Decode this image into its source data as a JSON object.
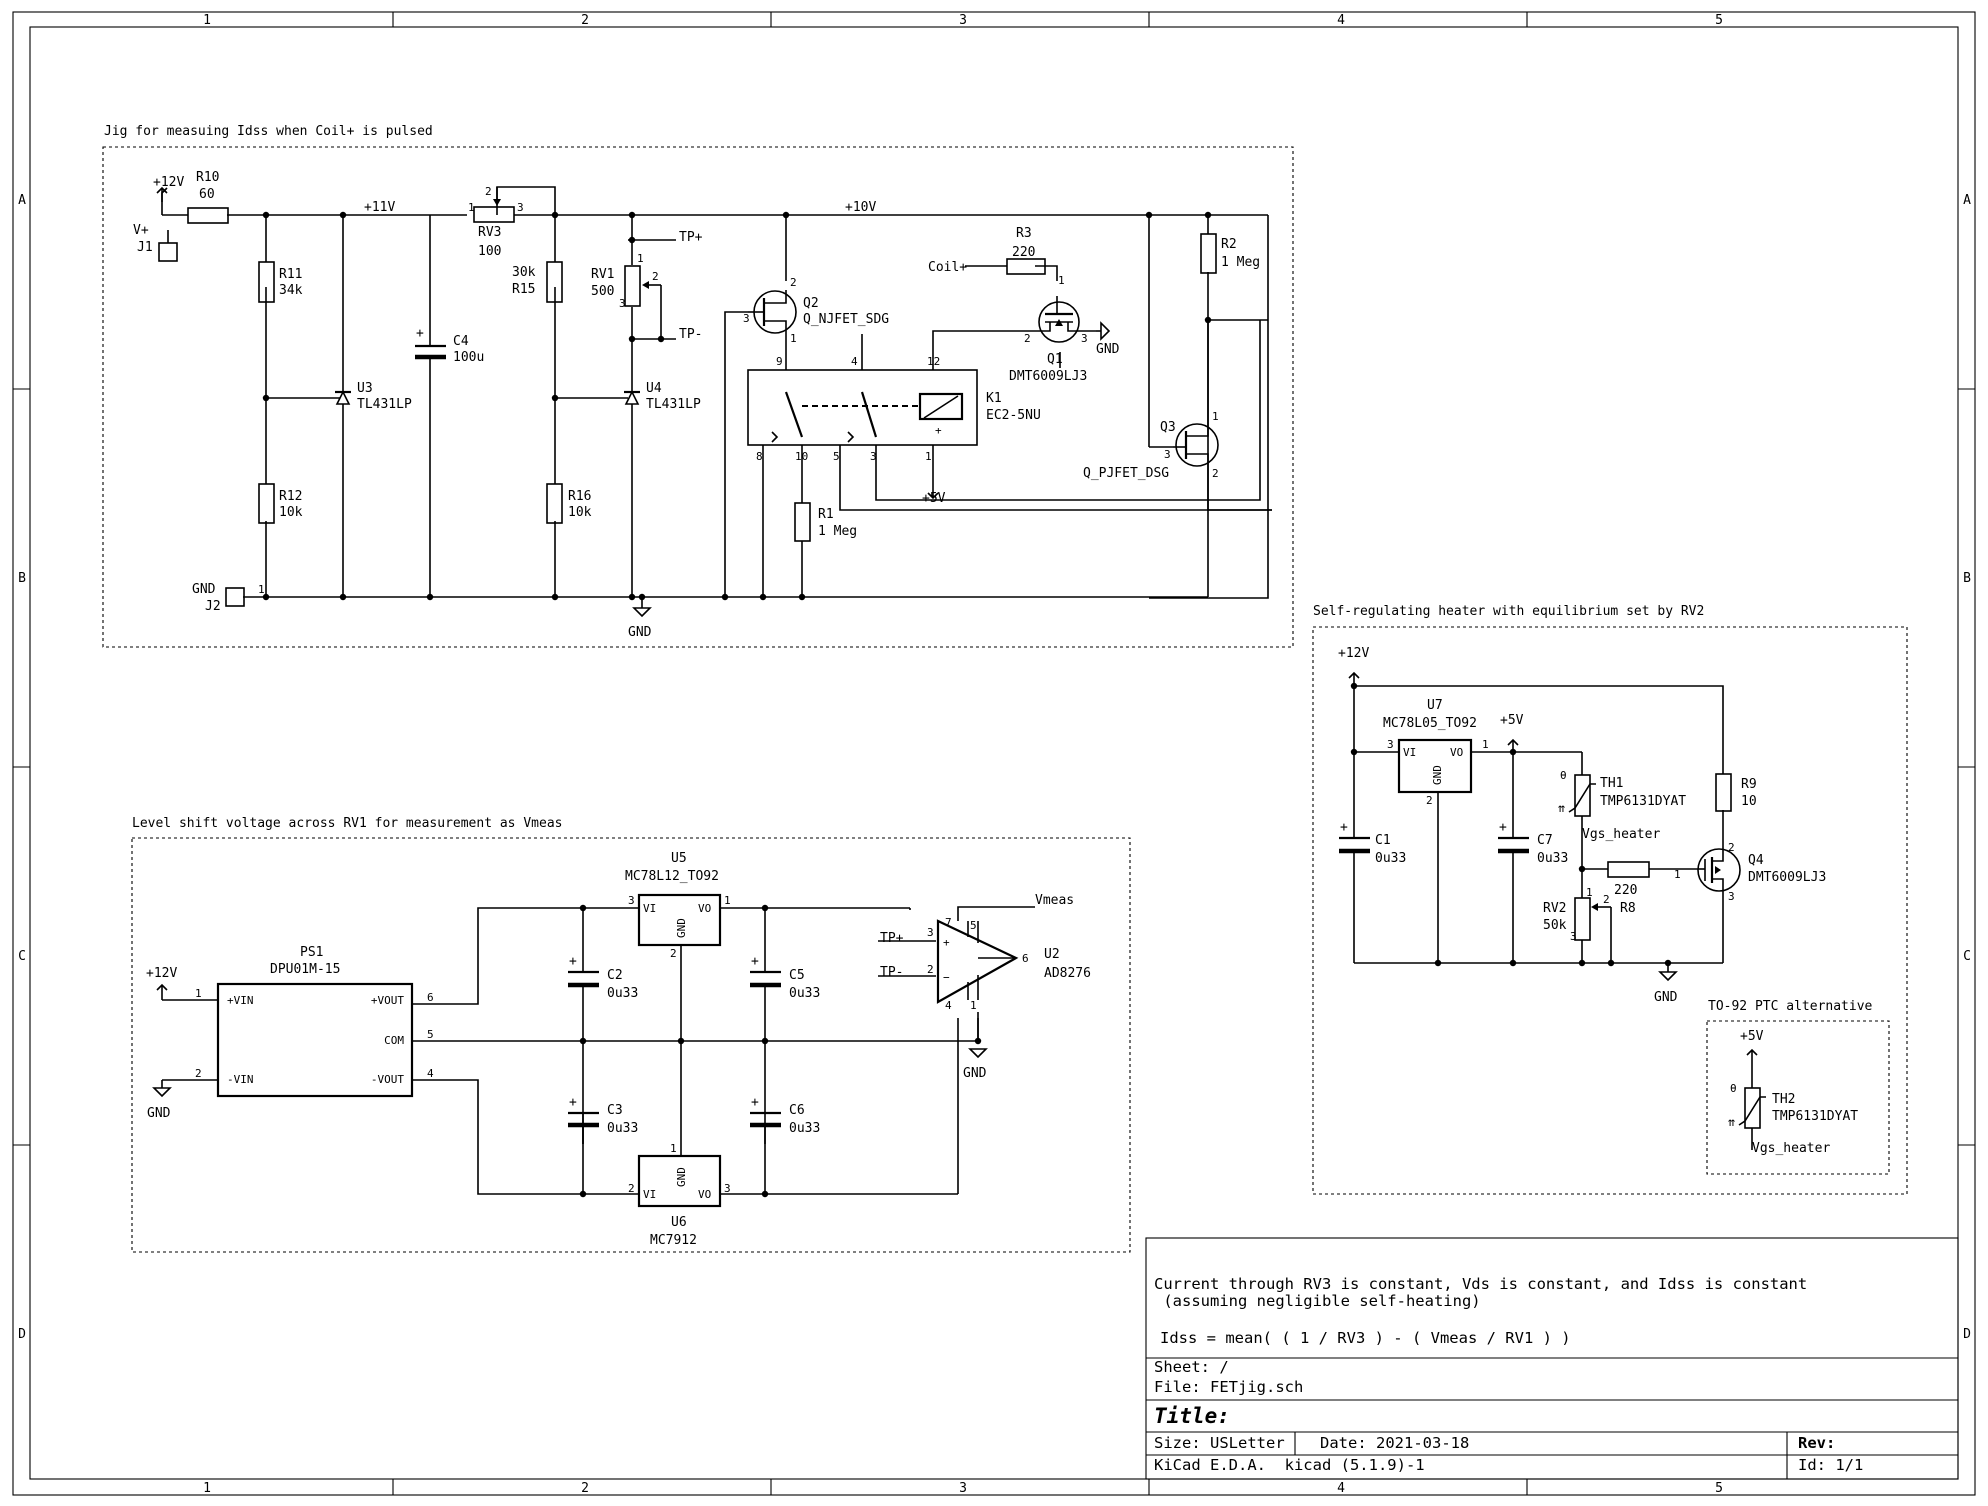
{
  "frame": {
    "col_labels": [
      "1",
      "2",
      "3",
      "4",
      "5"
    ],
    "row_labels": [
      "A",
      "B",
      "C",
      "D"
    ]
  },
  "sections": {
    "jig": "Jig for measuing Idss when Coil+ is pulsed",
    "level_shift": "Level shift voltage across RV1 for measurement as Vmeas",
    "heater": "Self-regulating heater with equilibrium set by RV2",
    "ptc": "TO-92 PTC alternative"
  },
  "components": {
    "R10": {
      "ref": "R10",
      "value": "60"
    },
    "R11": {
      "ref": "R11",
      "value": "34k"
    },
    "R12": {
      "ref": "R12",
      "value": "10k"
    },
    "R15": {
      "ref": "R15",
      "value": "30k"
    },
    "R16": {
      "ref": "R16",
      "value": "10k"
    },
    "RV3": {
      "ref": "RV3",
      "value": "100"
    },
    "RV1": {
      "ref": "RV1",
      "value": "500"
    },
    "C4": {
      "ref": "C4",
      "value": "100u"
    },
    "U3": {
      "ref": "U3",
      "value": "TL431LP"
    },
    "U4": {
      "ref": "U4",
      "value": "TL431LP"
    },
    "Q2": {
      "ref": "Q2",
      "value": "Q_NJFET_SDG"
    },
    "K1": {
      "ref": "K1",
      "value": "EC2-5NU"
    },
    "R3": {
      "ref": "R3",
      "value": "220"
    },
    "Q1": {
      "ref": "Q1",
      "value": "DMT6009LJ3"
    },
    "R2": {
      "ref": "R2",
      "value": "1 Meg"
    },
    "Q3": {
      "ref": "Q3",
      "value": "Q_PJFET_DSG"
    },
    "R1": {
      "ref": "R1",
      "value": "1 Meg"
    },
    "J1": {
      "ref": "J1",
      "value": "V+"
    },
    "J2": {
      "ref": "J2",
      "value": "GND"
    },
    "PS1": {
      "ref": "PS1",
      "value": "DPU01M-15",
      "pin_vin_p": "+VIN",
      "pin_vin_n": "-VIN",
      "pin_vout_p": "+VOUT",
      "pin_com": "COM",
      "pin_vout_n": "-VOUT"
    },
    "U5": {
      "ref": "U5",
      "value": "MC78L12_TO92"
    },
    "U6": {
      "ref": "U6",
      "value": "MC7912"
    },
    "U2": {
      "ref": "U2",
      "value": "AD8276"
    },
    "C2": {
      "ref": "C2",
      "value": "0u33"
    },
    "C3": {
      "ref": "C3",
      "value": "0u33"
    },
    "C5": {
      "ref": "C5",
      "value": "0u33"
    },
    "C6": {
      "ref": "C6",
      "value": "0u33"
    },
    "U7": {
      "ref": "U7",
      "value": "MC78L05_TO92"
    },
    "C1": {
      "ref": "C1",
      "value": "0u33"
    },
    "C7": {
      "ref": "C7",
      "value": "0u33"
    },
    "TH1": {
      "ref": "TH1",
      "value": "TMP6131DYAT"
    },
    "TH2": {
      "ref": "TH2",
      "value": "TMP6131DYAT"
    },
    "R9": {
      "ref": "R9",
      "value": "10"
    },
    "R8": {
      "ref": "R8",
      "value": "220"
    },
    "RV2": {
      "ref": "RV2",
      "value": "50k"
    },
    "Q4": {
      "ref": "Q4",
      "value": "DMT6009LJ3"
    }
  },
  "nets": {
    "p12v": "+12V",
    "p11v": "+11V",
    "p10v": "+10V",
    "p5v": "+5V",
    "gnd": "GND",
    "tpp": "TP+",
    "tpm": "TP-",
    "coil": "Coil+",
    "vmeas": "Vmeas",
    "vgs": "Vgs_heater"
  },
  "pins": {
    "vi": "VI",
    "vo": "VO",
    "gnd": "GND"
  },
  "notes": {
    "line1": "Current through RV3 is constant, Vds is constant, and Idss is constant",
    "line2": " (assuming negligible self-heating)",
    "line3": "Idss = mean( ( 1 / RV3 ) - ( Vmeas / RV1 ) )"
  },
  "title_block": {
    "sheet": "Sheet: /",
    "file": "File: FETjig.sch",
    "title": "Title:",
    "size": "Size: USLetter",
    "date": "Date: 2021-03-18",
    "rev": "Rev:",
    "tool": "KiCad E.D.A.  kicad (5.1.9)-1",
    "id": "Id: 1/1"
  }
}
